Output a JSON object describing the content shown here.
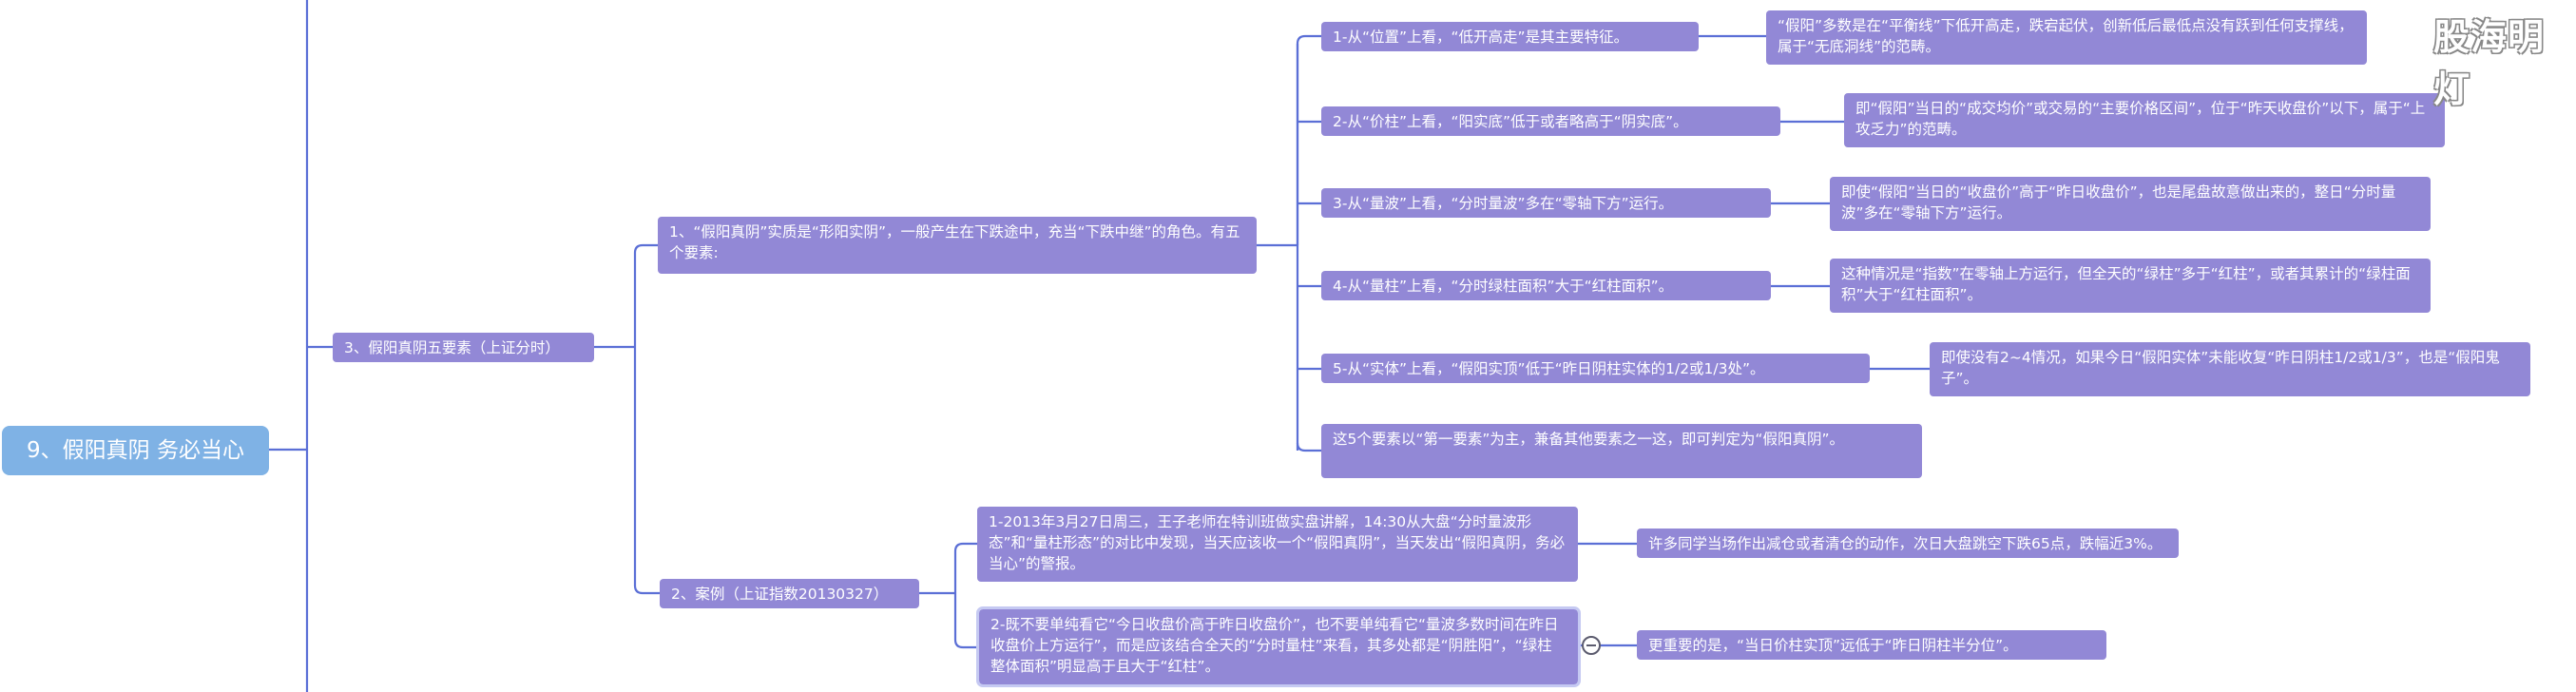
{
  "root": {
    "label": "9、假阳真阴 务必当心"
  },
  "topic3": {
    "label": "3、假阳真阴五要素（上证分时）"
  },
  "elem1": {
    "label": "1、“假阳真阴”实质是“形阳实阴”，一般产生在下跌途中，充当“下跌中继”的角色。有五个要素:"
  },
  "points": [
    {
      "label": "1-从“位置”上看，“低开高走”是其主要特征。",
      "detail": "“假阳”多数是在“平衡线”下低开高走，跌宕起伏，创新低后最低点没有跃到任何支撑线，属于“无底洞线”的范畴。"
    },
    {
      "label": "2-从“价柱”上看，“阳实底”低于或者略高于“阴实底”。",
      "detail": "即“假阳”当日的“成交均价”或交易的“主要价格区间”，位于“昨天收盘价”以下，属于“上攻乏力”的范畴。"
    },
    {
      "label": "3-从“量波”上看，“分时量波”多在“零轴下方”运行。",
      "detail": "即使“假阳”当日的“收盘价”高于“昨日收盘价”，也是尾盘故意做出来的，整日“分时量波”多在“零轴下方”运行。"
    },
    {
      "label": "4-从“量柱”上看，“分时绿柱面积”大于“红柱面积”。",
      "detail": "这种情况是“指数”在零轴上方运行，但全天的“绿柱”多于“红柱”，或者其累计的“绿柱面积”大于“红柱面积”。"
    },
    {
      "label": "5-从“实体”上看，“假阳实顶”低于“昨日阴柱实体的1/2或1/3处”。",
      "detail": "即使没有2~4情况，如果今日“假阳实体”未能收复“昨日阴柱1/2或1/3”，也是“假阳鬼子”。"
    }
  ],
  "summary": {
    "label": "这5个要素以“第一要素”为主，兼备其他要素之一这，即可判定为“假阳真阴”。"
  },
  "case": {
    "label": "2、案例（上证指数20130327）"
  },
  "cases": [
    {
      "label": "1-2013年3月27日周三，王子老师在特训班做实盘讲解，14:30从大盘“分时量波形态”和“量柱形态”的对比中发现，当天应该收一个“假阳真阴”，当天发出“假阳真阴，务必当心”的警报。",
      "detail": "许多同学当场作出减仓或者清仓的动作，次日大盘跳空下跌65点，跌幅近3%。"
    },
    {
      "label": "2-既不要单纯看它“今日收盘价高于昨日收盘价”，也不要单纯看它“量波多数时间在昨日收盘价上方运行”，而是应该结合全天的“分时量柱”来看，其多处都是“阴胜阳”，“绿柱整体面积”明显高于且大于“红柱”。",
      "detail": "更重要的是，“当日价柱实顶”远低于“昨日阴柱半分位”。"
    }
  ],
  "watermark": {
    "label": "股海明灯"
  },
  "colors": {
    "node": "#9288d6",
    "root": "#7fb2e5",
    "line": "#5b6fd6"
  }
}
